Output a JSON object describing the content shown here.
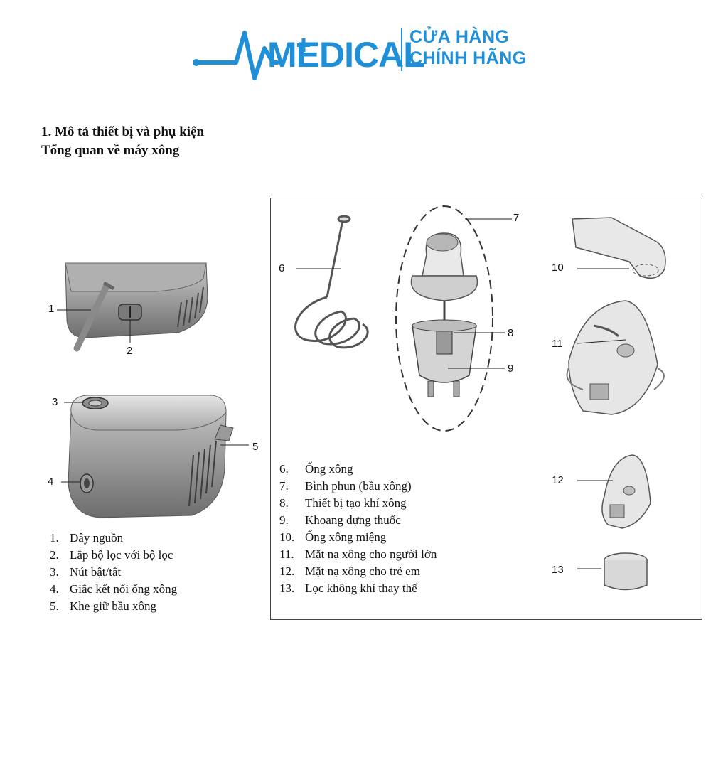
{
  "brand": {
    "name": "MEDICAL",
    "tagline_line1": "CỬA HÀNG",
    "tagline_line2": "CHÍNH HÃNG",
    "color": "#1f8fd8"
  },
  "heading": {
    "title": "1.   Mô tả thiết bị và phụ kiện",
    "subtitle": "Tổng quan về máy xông"
  },
  "device_callouts": [
    "1",
    "2",
    "3",
    "4",
    "5"
  ],
  "device_legend": [
    {
      "num": "1.",
      "text": "Dây nguồn"
    },
    {
      "num": "2.",
      "text": "Lắp bộ lọc với bộ lọc"
    },
    {
      "num": "3.",
      "text": "Nút bật/tắt"
    },
    {
      "num": "4.",
      "text": "Giắc kết nối ống xông"
    },
    {
      "num": "5.",
      "text": "Khe giữ bầu xông"
    }
  ],
  "accessory_callouts": [
    "6",
    "7",
    "8",
    "9",
    "10",
    "11",
    "12",
    "13"
  ],
  "accessory_legend": [
    {
      "num": "6.",
      "text": "Ống xông"
    },
    {
      "num": "7.",
      "text": "Bình phun (bầu xông)"
    },
    {
      "num": "8.",
      "text": "Thiết bị tạo khí xông"
    },
    {
      "num": "9.",
      "text": "Khoang dựng thuốc"
    },
    {
      "num": "10.",
      "text": "Ống xông miệng"
    },
    {
      "num": "11.",
      "text": "Mặt nạ xông cho người lớn"
    },
    {
      "num": "12.",
      "text": "Mặt nạ xông cho trẻ em"
    },
    {
      "num": "13.",
      "text": "Lọc không khí thay thế"
    }
  ]
}
